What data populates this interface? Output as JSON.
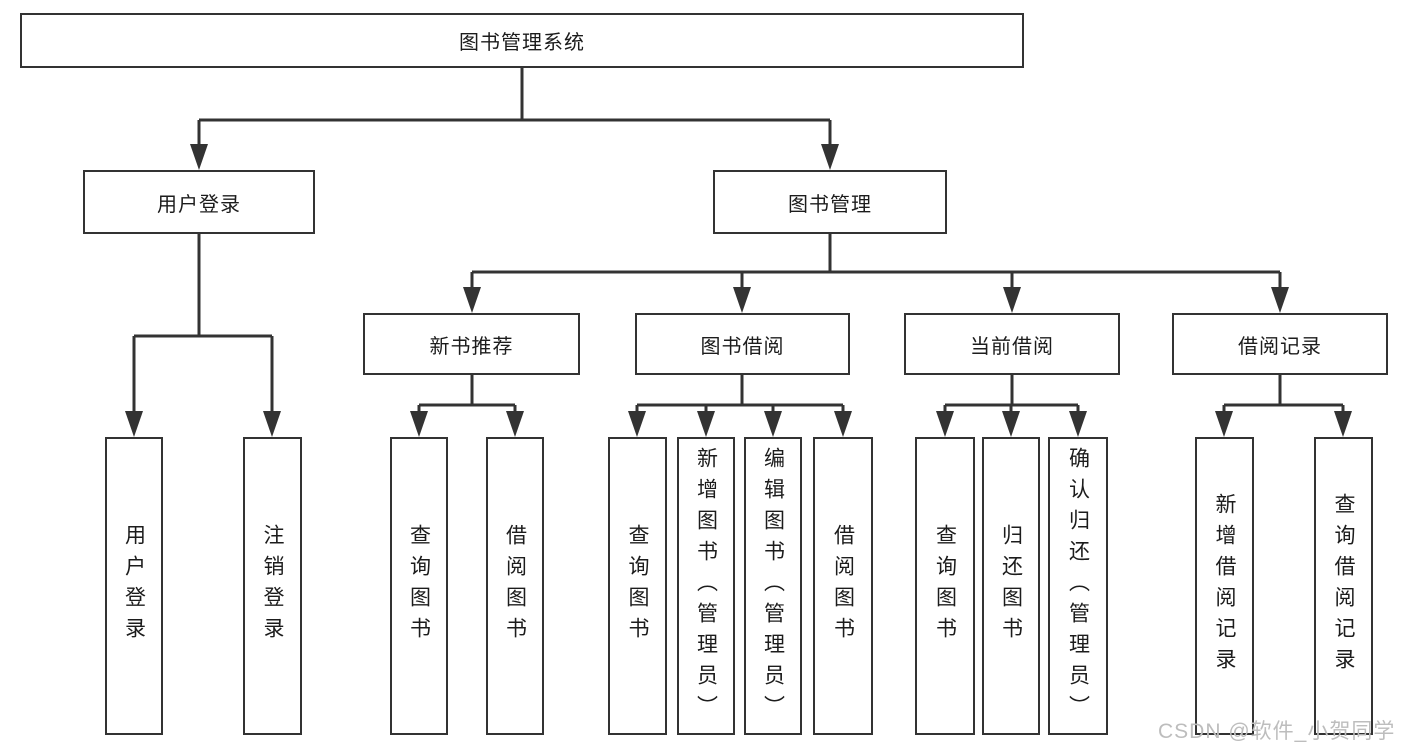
{
  "colors": {
    "line": "#333333",
    "text": "#1c1c1c",
    "background": "#ffffff",
    "watermark": "#bdbdbd"
  },
  "watermark": "CSDN @软件_小贺同学",
  "tree": {
    "label": "图书管理系统",
    "children": [
      {
        "label": "用户登录",
        "children": [
          {
            "label": "用户登录"
          },
          {
            "label": "注销登录"
          }
        ]
      },
      {
        "label": "图书管理",
        "children": [
          {
            "label": "新书推荐",
            "children": [
              {
                "label": "查询图书"
              },
              {
                "label": "借阅图书"
              }
            ]
          },
          {
            "label": "图书借阅",
            "children": [
              {
                "label": "查询图书"
              },
              {
                "label": "新增图书（管理员）"
              },
              {
                "label": "编辑图书（管理员）"
              },
              {
                "label": "借阅图书"
              }
            ]
          },
          {
            "label": "当前借阅",
            "children": [
              {
                "label": "查询图书"
              },
              {
                "label": "归还图书"
              },
              {
                "label": "确认归还（管理员）"
              }
            ]
          },
          {
            "label": "借阅记录",
            "children": [
              {
                "label": "新增借阅记录"
              },
              {
                "label": "查询借阅记录"
              }
            ]
          }
        ]
      }
    ]
  }
}
